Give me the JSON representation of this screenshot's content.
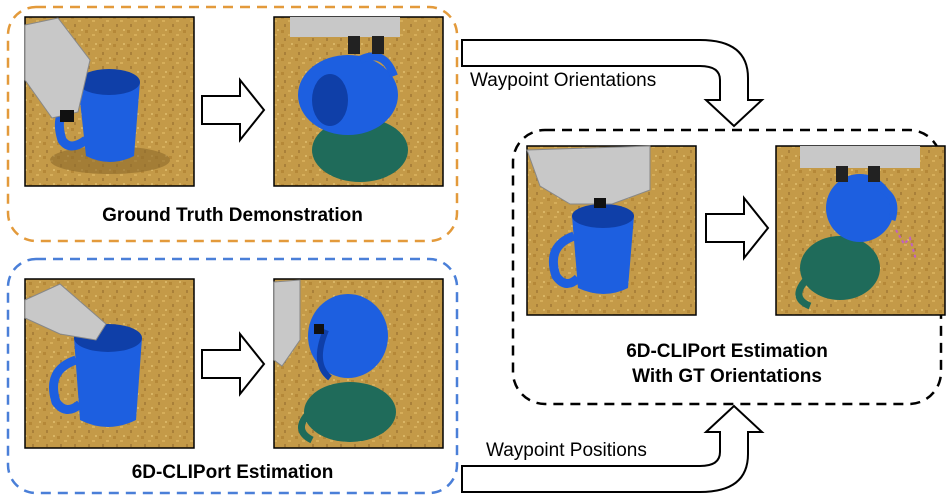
{
  "panels": {
    "ground_truth": {
      "caption": "Ground Truth Demonstration",
      "border_color": "#E39A3B"
    },
    "estimation": {
      "caption": "6D-CLIPort Estimation",
      "border_color": "#4A7FD8"
    },
    "gt_orientations": {
      "caption_line1": "6D-CLIPort Estimation",
      "caption_line2": "With GT Orientations",
      "border_color": "#000000"
    }
  },
  "flows": {
    "orientations_label": "Waypoint Orientations",
    "positions_label": "Waypoint Positions"
  },
  "colors": {
    "table": "#C49A48",
    "table_dark": "#9C7430",
    "mug_blue": "#1D5FE0",
    "mug_blue_dark": "#0F3FA8",
    "mug_green": "#1F6B5A",
    "gripper": "#C8C8C8"
  },
  "icons": {
    "arrow": "hollow-right-arrow",
    "flow_arrow": "curved-down-arrow"
  }
}
